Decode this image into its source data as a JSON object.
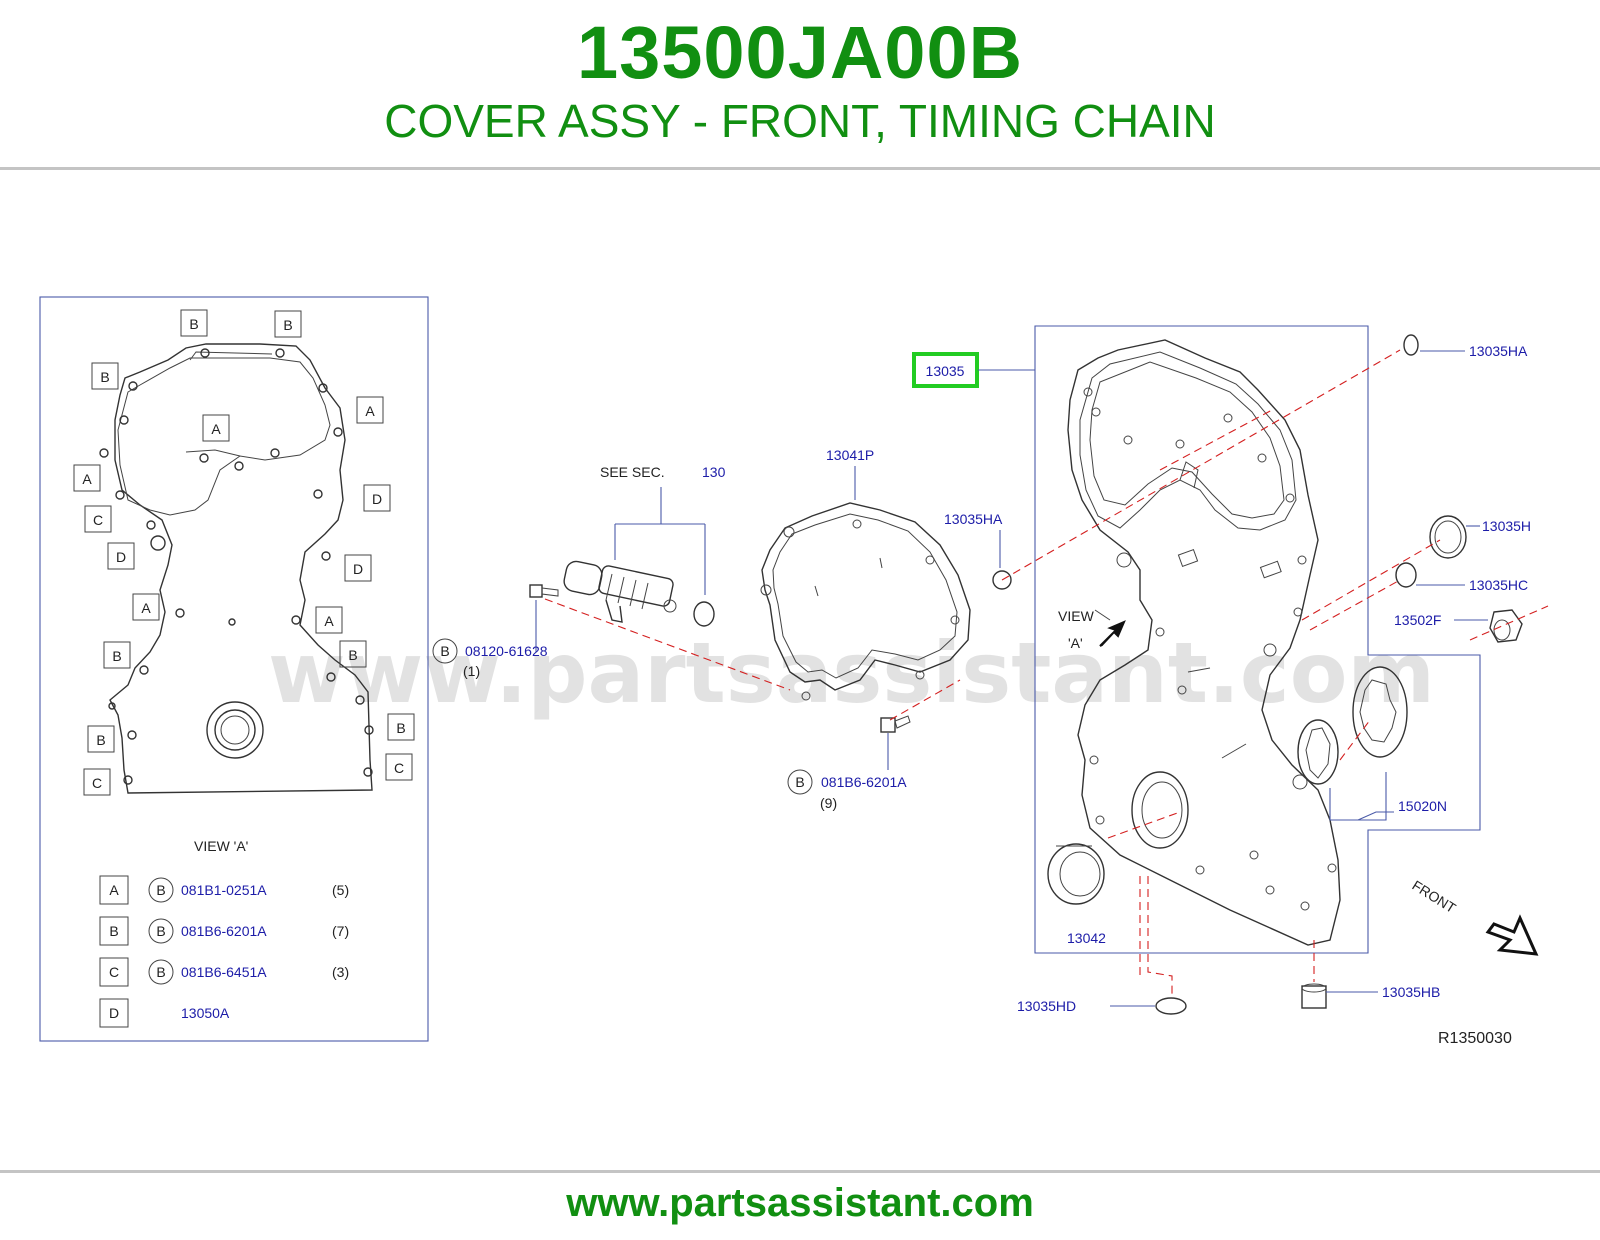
{
  "header": {
    "part_number": "13500JA00B",
    "part_name": "COVER ASSY - FRONT, TIMING CHAIN"
  },
  "footer": {
    "url": "www.partsassistant.com"
  },
  "watermark": "www.partsassistant.com",
  "colors": {
    "title_green": "#118f11",
    "label_blue": "#1c1ca8",
    "callout_red": "#d42020",
    "highlight_green": "#22cc22"
  },
  "view_a": {
    "title": "VIEW  'A'",
    "bolt_letters": {
      "b1": "B",
      "b2": "B",
      "b3": "B",
      "a1": "A",
      "a2": "A",
      "a3": "A",
      "c1": "C",
      "d1": "D",
      "d2": "D",
      "d3": "D",
      "a4": "A",
      "a5": "A",
      "b4": "B",
      "b5": "B",
      "b6": "B",
      "b7": "B",
      "c2": "C",
      "c3": "C"
    },
    "legend": [
      {
        "key": "A",
        "symbol": "B",
        "part": "081B1-0251A",
        "qty": "(5)"
      },
      {
        "key": "B",
        "symbol": "B",
        "part": "081B6-6201A",
        "qty": "(7)"
      },
      {
        "key": "C",
        "symbol": "B",
        "part": "081B6-6451A",
        "qty": "(3)"
      },
      {
        "key": "D",
        "symbol": "",
        "part": "13050A",
        "qty": ""
      }
    ]
  },
  "callouts": {
    "see_sec_prefix": "SEE   SEC.",
    "see_sec_number": "130",
    "p13041P": "13041P",
    "p13035HA_inner": "13035HA",
    "p08120": {
      "symbol": "B",
      "part": "08120-61628",
      "qty": "(1)"
    },
    "p081B6": {
      "symbol": "B",
      "part": "081B6-6201A",
      "qty": "(9)"
    },
    "p13035": "13035",
    "p13035HA": "13035HA",
    "p13035H": "13035H",
    "p13035HC": "13035HC",
    "p13502F": "13502F",
    "p15020N": "15020N",
    "p13042": "13042",
    "p13035HD": "13035HD",
    "p13035HB": "13035HB",
    "view_label_1": "VIEW",
    "view_label_2": "'A'",
    "front": "FRONT",
    "ref_code": "R1350030"
  }
}
